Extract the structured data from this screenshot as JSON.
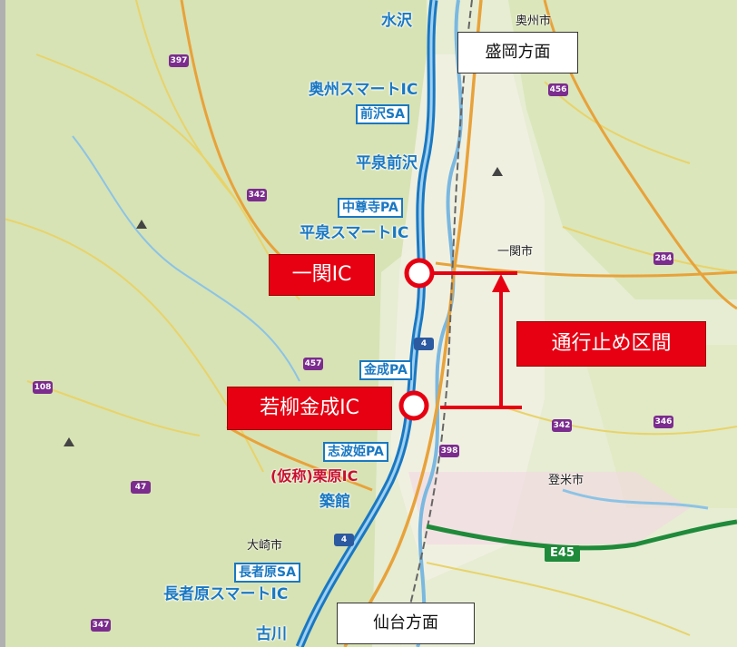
{
  "map": {
    "directions": {
      "north": "盛岡方面",
      "south": "仙台方面"
    },
    "callouts": {
      "ichinoseki": "一関IC",
      "wakayanagi": "若柳金成IC",
      "closure": "通行止め区間"
    },
    "highway_labels": {
      "mizusawa": "水沢",
      "oshu_smart": "奥州スマートIC",
      "maesawa_sa": "前沢SA",
      "hiraizumi_maesawa": "平泉前沢",
      "chusonji_pa": "中尊寺PA",
      "hiraizumi_smart": "平泉スマートIC",
      "konari_pa": "金成PA",
      "shiwahime_pa": "志波姫PA",
      "kurihara": "(仮称)栗原IC",
      "tsukidate": "築館",
      "nagajahara_sa": "長者原SA",
      "nagajahara_smart": "長者原スマートIC",
      "furukawa": "古川"
    },
    "cities": {
      "oshu": "奥州市",
      "ichinoseki": "一関市",
      "tome": "登米市",
      "osaki": "大崎市"
    },
    "route_shields": [
      "4",
      "4",
      "342",
      "342",
      "457",
      "398",
      "456",
      "284",
      "108",
      "346",
      "397",
      "347",
      "47"
    ],
    "expressway_code": "E45",
    "colors": {
      "expressway": "#1a78c2",
      "callout": "#e60012",
      "closure_line": "#e60012",
      "national_road": "#e8a23a",
      "terrain": "#d9e4b5"
    }
  }
}
